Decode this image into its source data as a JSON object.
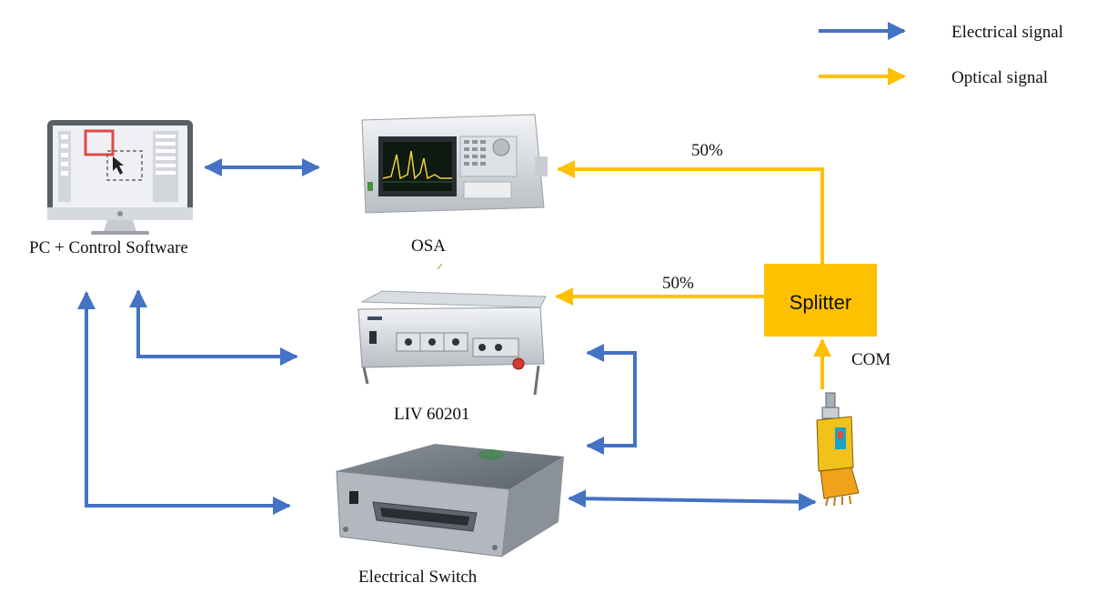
{
  "legend": {
    "electrical": {
      "label": "Electrical signal",
      "color": "#4472C4"
    },
    "optical": {
      "label": "Optical signal",
      "color": "#FFC000"
    }
  },
  "nodes": {
    "pc": {
      "label": "PC + Control Software",
      "icon": "monitor-icon"
    },
    "osa": {
      "label": "OSA",
      "icon": "osa-instrument-icon"
    },
    "liv": {
      "label": "LIV 60201",
      "icon": "liv-instrument-icon"
    },
    "switch": {
      "label": "Electrical Switch",
      "icon": "electrical-switch-box-icon"
    },
    "splitter": {
      "label": "Splitter",
      "color": "#FFC000"
    },
    "com": {
      "label": "COM"
    },
    "dut": {
      "icon": "laser-device-icon"
    }
  },
  "links": {
    "osa_ratio": "50%",
    "liv_ratio": "50%"
  }
}
